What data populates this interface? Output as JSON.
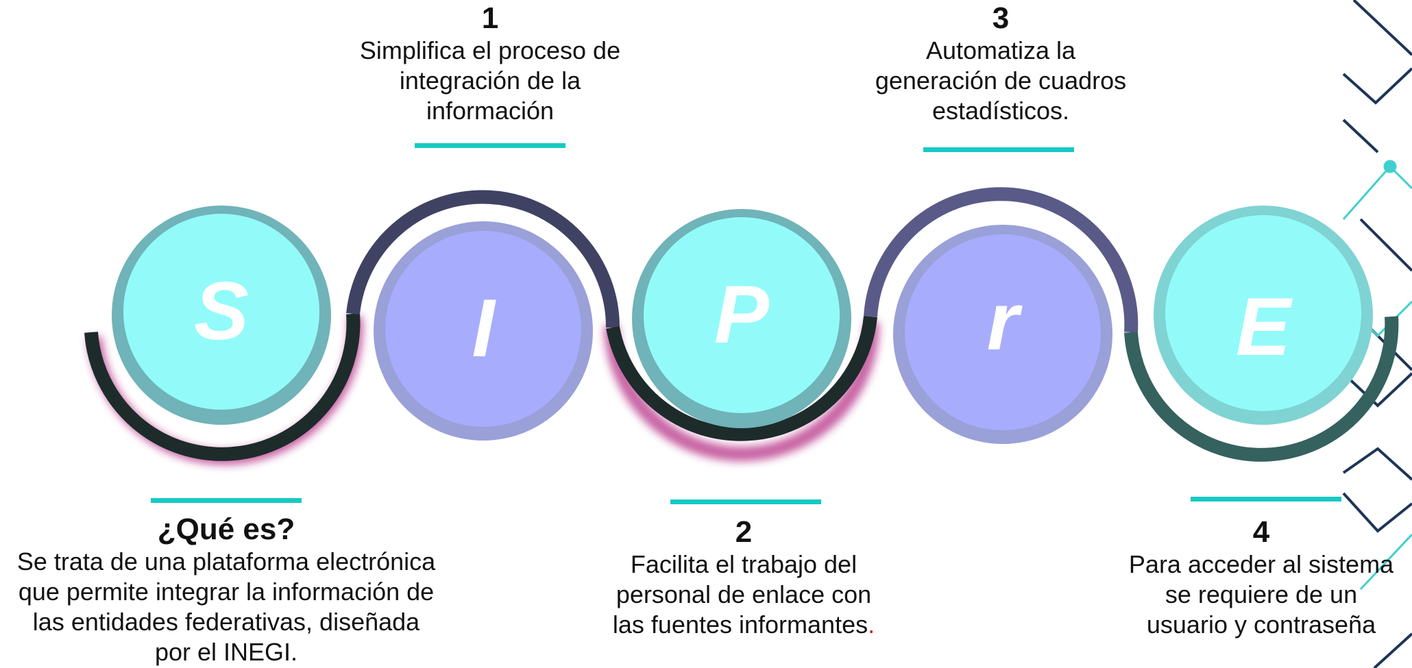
{
  "colors": {
    "accent_teal": "#17c9c4",
    "circle_cyan": "#92fbfa",
    "circle_lavender": "#a7adfc",
    "arc_dark": "#1d2b2b",
    "arc_navy": "#404263",
    "arc_slate": "#5a5a88",
    "arc_teal_dark": "#35615e",
    "shadow_magenta": "#b1207e",
    "deco_navy": "#1d3557",
    "deco_teal": "#3fd0ce"
  },
  "circles": [
    {
      "letter": "S",
      "fill": "cyan",
      "arc": "bottom"
    },
    {
      "letter": "I",
      "fill": "lavender",
      "arc": "top"
    },
    {
      "letter": "P",
      "fill": "cyan",
      "arc": "bottom"
    },
    {
      "letter": "r",
      "fill": "lavender",
      "arc": "top"
    },
    {
      "letter": "E",
      "fill": "cyan",
      "arc": "bottom"
    }
  ],
  "que_es": {
    "heading": "¿Qué es?",
    "lines": [
      "Se trata de una plataforma electrónica",
      "que permite integrar la información de",
      "las entidades federativas, diseñada",
      "por el INEGI."
    ]
  },
  "step1": {
    "number": "1",
    "lines": [
      "Simplifica el proceso de",
      "integración de la",
      "información"
    ]
  },
  "step2": {
    "number": "2",
    "lines": [
      "Facilita el trabajo del",
      "personal de enlace con",
      "las fuentes informantes"
    ],
    "end_mark": "."
  },
  "step3": {
    "number": "3",
    "lines": [
      "Automatiza la",
      "generación de cuadros",
      "estadísticos."
    ]
  },
  "step4": {
    "number": "4",
    "lines": [
      "Para acceder al sistema",
      "se requiere de un",
      "usuario y contraseña"
    ]
  }
}
